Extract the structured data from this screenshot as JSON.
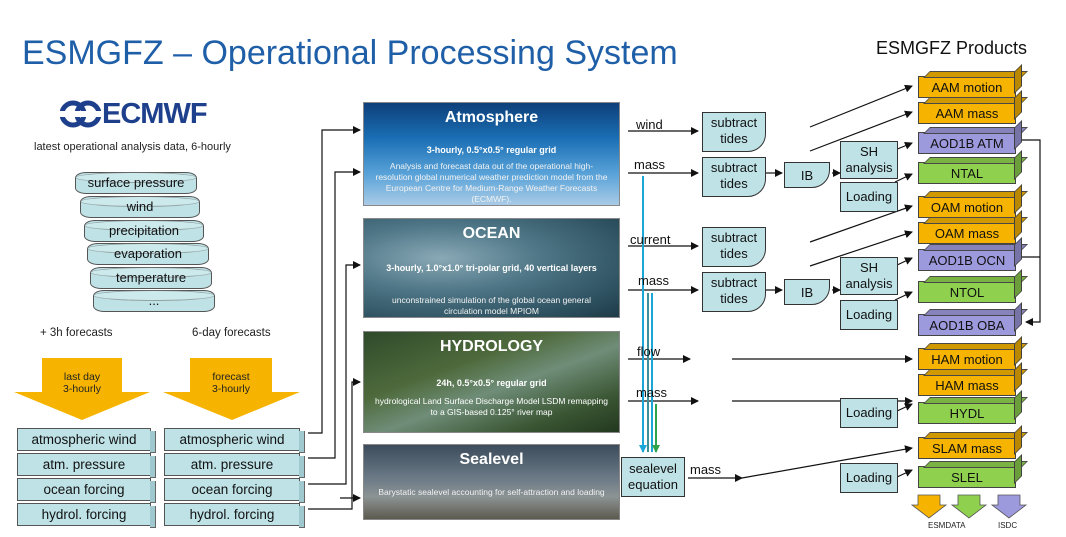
{
  "title": "ESMGFZ – Operational Processing System",
  "products_title": "ESMGFZ Products",
  "ecmwf": {
    "logo_text": "ECMWF",
    "caption": "latest operational analysis data, 6-hourly",
    "variables": [
      "surface pressure",
      "wind",
      "precipitation",
      "evaporation",
      "temperature",
      "..."
    ],
    "forecast_left_caption": "+ 3h forecasts",
    "forecast_right_caption": "6-day forecasts",
    "arrow_left": "last day\n3-hourly",
    "arrow_right": "forecast\n3-hourly",
    "blocks_left": [
      "atmospheric wind",
      "atm. pressure",
      "ocean forcing",
      "hydrol. forcing"
    ],
    "blocks_right": [
      "atmospheric wind",
      "atm. pressure",
      "ocean forcing",
      "hydrol. forcing"
    ]
  },
  "sources": {
    "atmosphere": {
      "title": "Atmosphere",
      "grid": "3-hourly, 0.5°x0.5° regular grid",
      "desc": "Analysis and forecast data out of the operational high-resolution global numerical weather prediction model from the European Centre for Medium-Range Weather Forecasts (ECMWF)."
    },
    "ocean": {
      "title": "OCEAN",
      "grid": "3-hourly, 1.0°x1.0° tri-polar grid, 40 vertical layers",
      "desc": "unconstrained simulation of the global ocean general circulation model MPIOM"
    },
    "hydrology": {
      "title": "HYDROLOGY",
      "grid": "24h, 0.5°x0.5° regular grid",
      "desc": "hydrological Land Surface Discharge Model LSDM remapping to a GIS-based 0.125° river map"
    },
    "sealevel": {
      "title": "Sealevel",
      "desc": "Barystatic sealevel accounting for self-attraction and loading"
    }
  },
  "flows": {
    "wind": "wind",
    "mass_atm": "mass",
    "current": "current",
    "mass_ocn": "mass",
    "flow": "flow",
    "mass_hyd": "mass",
    "mass_sl": "mass"
  },
  "steps": {
    "subtract_tides": "subtract\ntides",
    "ib": "IB",
    "sh_analysis": "SH\nanalysis",
    "loading": "Loading",
    "sealevel_equation": "sealevel\nequation"
  },
  "products": {
    "aam_motion": "AAM motion",
    "aam_mass": "AAM mass",
    "aod1b_atm": "AOD1B ATM",
    "ntal": "NTAL",
    "oam_motion": "OAM motion",
    "oam_mass": "OAM mass",
    "aod1b_ocn": "AOD1B OCN",
    "ntol": "NTOL",
    "aod1b_oba": "AOD1B OBA",
    "ham_motion": "HAM motion",
    "ham_mass": "HAM mass",
    "hydl": "HYDL",
    "slam_mass": "SLAM mass",
    "slel": "SLEL"
  },
  "legend": {
    "esmdata": "ESMDATA",
    "isdc": "ISDC"
  },
  "colors": {
    "title": "#1f5fa8",
    "block": "#bfe2e6",
    "motion_mass": "#f6b400",
    "aod1b": "#9d99dd",
    "loading_product": "#8fd14f",
    "big_arrow": "#f6b400",
    "line_blue": "#1aa7d8",
    "line_green": "#2ea34a",
    "line_teal": "#3d8f9a"
  }
}
